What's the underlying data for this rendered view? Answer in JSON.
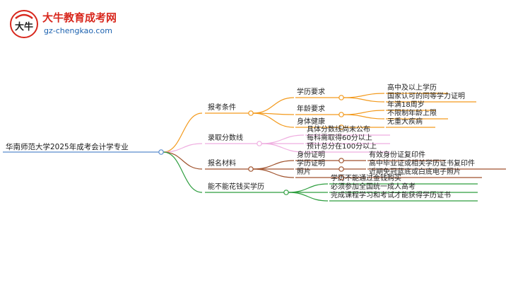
{
  "logo": {
    "name": "大牛教育成考网",
    "url": "gz-chengkao.com",
    "mark_text": "大牛"
  },
  "colors": {
    "branch1": "#f39a1d",
    "branch2": "#efaee0",
    "branch3": "#a0522d",
    "branch4": "#2e9e3f",
    "root_line": "#5a8ccd"
  },
  "mindmap": {
    "root": "华南师范大学2025年成考会计学专业",
    "branches": [
      {
        "label": "报考条件",
        "children": [
          {
            "label": "学历要求",
            "children": [
              "高中及以上学历",
              "国家认可的同等学力证明"
            ]
          },
          {
            "label": "年龄要求",
            "children": [
              "年满18周岁",
              "不限制年龄上限"
            ]
          },
          {
            "label": "身体健康",
            "children": [
              "无重大疾病"
            ]
          }
        ]
      },
      {
        "label": "录取分数线",
        "children": [
          {
            "label": "具体分数线尚未公布"
          },
          {
            "label": "每科需取得60分以上"
          },
          {
            "label": "预计总分在100分以上"
          }
        ]
      },
      {
        "label": "报名材料",
        "children": [
          {
            "label": "身份证明",
            "children": [
              "有效身份证复印件"
            ]
          },
          {
            "label": "学历证明",
            "children": [
              "高中毕业证或相关学历证书复印件"
            ]
          },
          {
            "label": "照片",
            "children": [
              "近期免冠蓝底或白底电子照片"
            ]
          }
        ]
      },
      {
        "label": "能不能花钱买学历",
        "children": [
          {
            "label": "学历不能通过金钱购买"
          },
          {
            "label": "必须参加全国统一成人高考"
          },
          {
            "label": "完成课程学习和考试才能获得学历证书"
          }
        ]
      }
    ]
  }
}
